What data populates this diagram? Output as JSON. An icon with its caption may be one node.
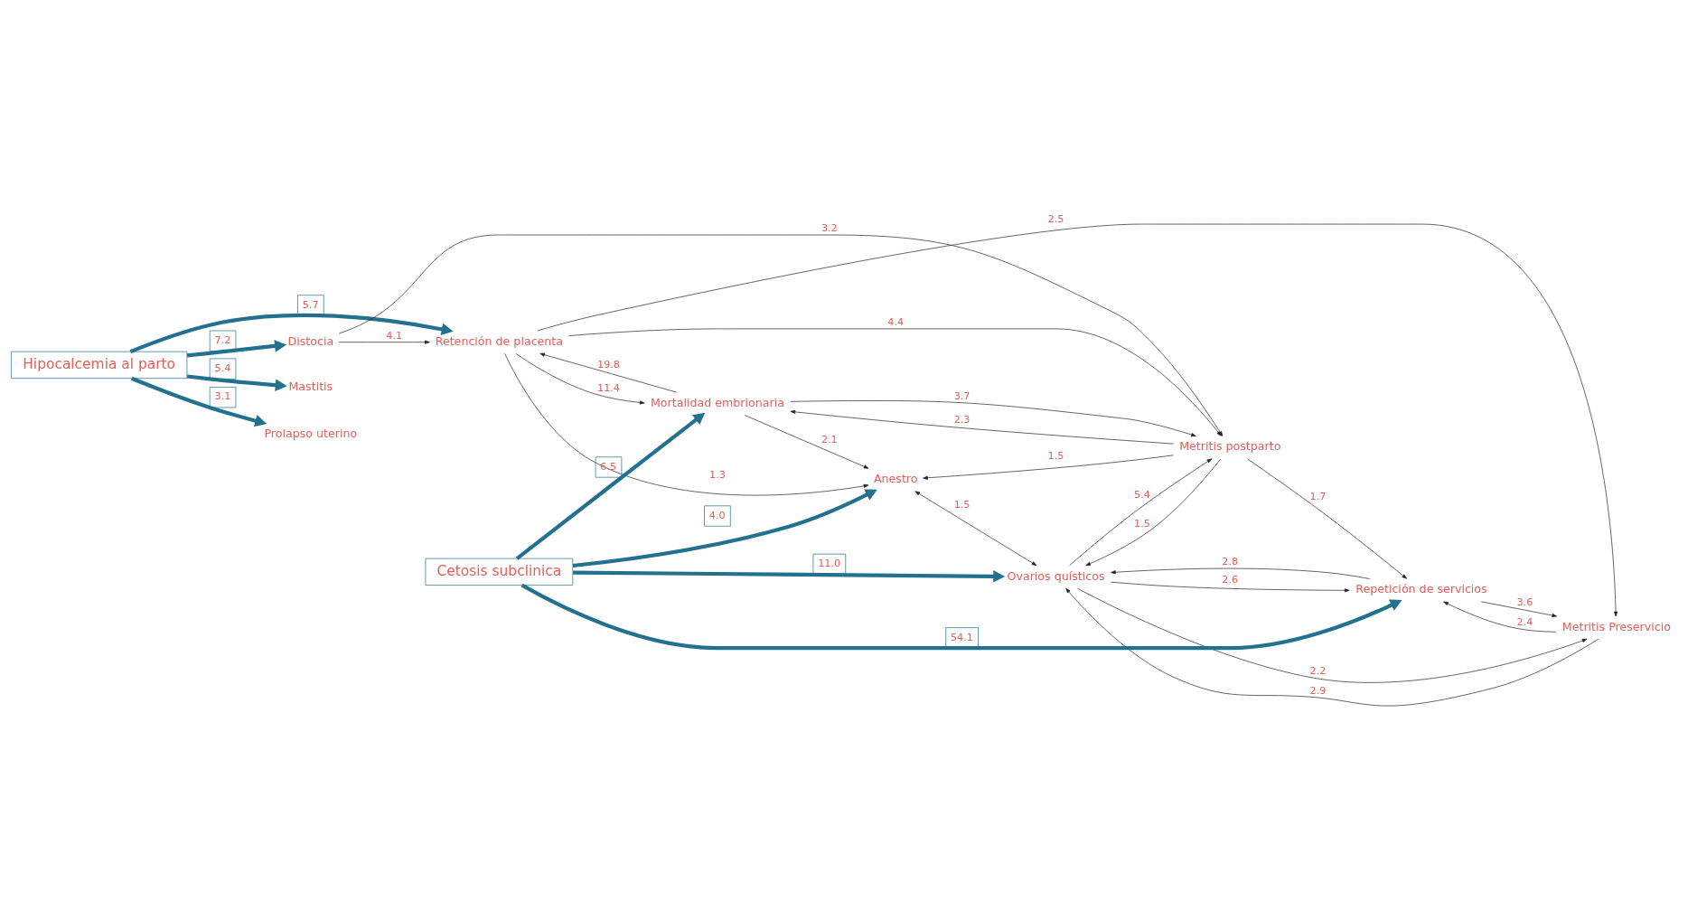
{
  "diagram": {
    "nodes": [
      {
        "text": [
          "Hipocalcemia al parto"
        ]
      },
      {
        "text": [
          "Retención de placenta"
        ]
      },
      {
        "text": [
          "Mortalidad embrionaria"
        ]
      },
      {
        "text": [
          "Distocia"
        ]
      },
      {
        "text": [
          "Metritis postparto"
        ]
      },
      {
        "text": [
          "Anestro"
        ]
      },
      {
        "text": [
          "Mastitis"
        ]
      },
      {
        "text": [
          "Metritis Preservicio"
        ]
      },
      {
        "text": [
          "Ovarios quísticos"
        ]
      },
      {
        "text": [
          "Prolapso uterino"
        ]
      },
      {
        "text": [
          "Repetición de servicios"
        ]
      },
      {
        "text": [
          "Cetosis subclinica"
        ]
      }
    ],
    "edges": [
      {
        "from": 0,
        "to": 1,
        "arrow": "to",
        "label": "5.7",
        "style": "thick",
        "color": "#23708f"
      },
      {
        "from": 0,
        "to": 3,
        "arrow": "to",
        "label": "7.2",
        "style": "thick",
        "color": "#23708f"
      },
      {
        "from": 0,
        "to": 6,
        "arrow": "to",
        "label": "5.4",
        "style": "thick",
        "color": "#23708f"
      },
      {
        "from": 0,
        "to": 9,
        "arrow": "to",
        "label": "3.1",
        "style": "thick",
        "color": "#23708f"
      },
      {
        "from": 2,
        "to": 1,
        "arrow": "to",
        "label": "19.8"
      },
      {
        "from": 1,
        "to": 2,
        "arrow": "to",
        "label": "11.4"
      },
      {
        "from": 3,
        "to": 1,
        "arrow": "to",
        "label": "4.1"
      },
      {
        "from": 1,
        "to": 4,
        "arrow": "to",
        "label": "4.4"
      },
      {
        "from": 4,
        "to": 2,
        "arrow": "to",
        "label": "2.3"
      },
      {
        "from": 2,
        "to": 4,
        "arrow": "to",
        "label": "3.7"
      },
      {
        "from": 2,
        "to": 5,
        "arrow": "to",
        "label": "2.1"
      },
      {
        "from": 1,
        "to": 5,
        "arrow": "to",
        "label": "1.3"
      },
      {
        "from": 1,
        "to": 7,
        "arrow": "to",
        "label": "2.5"
      },
      {
        "from": 3,
        "to": 4,
        "arrow": "to",
        "label": "3.2"
      },
      {
        "from": 4,
        "to": 5,
        "arrow": "to",
        "label": "1.5"
      },
      {
        "from": 8,
        "to": 4,
        "arrow": "to",
        "label": "5.4"
      },
      {
        "from": 4,
        "to": 8,
        "arrow": "to",
        "label": "1.5"
      },
      {
        "from": 5,
        "to": 8,
        "arrow": "both",
        "label": "1.5"
      },
      {
        "from": 8,
        "to": 7,
        "arrow": "to",
        "label": "2.2"
      },
      {
        "from": 7,
        "to": 8,
        "arrow": "to",
        "label": "2.9"
      },
      {
        "from": 4,
        "to": 10,
        "arrow": "to",
        "label": "1.7"
      },
      {
        "from": 10,
        "to": 8,
        "arrow": "to",
        "label": "2.8"
      },
      {
        "from": 8,
        "to": 10,
        "arrow": "to",
        "label": "2.6"
      },
      {
        "from": 10,
        "to": 7,
        "arrow": "to",
        "label": "3.6"
      },
      {
        "from": 7,
        "to": 10,
        "arrow": "to",
        "label": "2.4"
      },
      {
        "from": 11,
        "to": 2,
        "arrow": "to",
        "label": "6.5",
        "style": "thick",
        "color": "#23708f"
      },
      {
        "from": 11,
        "to": 5,
        "arrow": "to",
        "label": "4.0",
        "style": "thick",
        "color": "#23708f"
      },
      {
        "from": 11,
        "to": 8,
        "arrow": "to",
        "label": "11.0",
        "style": "thick",
        "color": "#23708f"
      },
      {
        "from": 11,
        "to": 10,
        "arrow": "to",
        "label": "54.1",
        "style": "thick",
        "color": "#23708f"
      }
    ]
  }
}
